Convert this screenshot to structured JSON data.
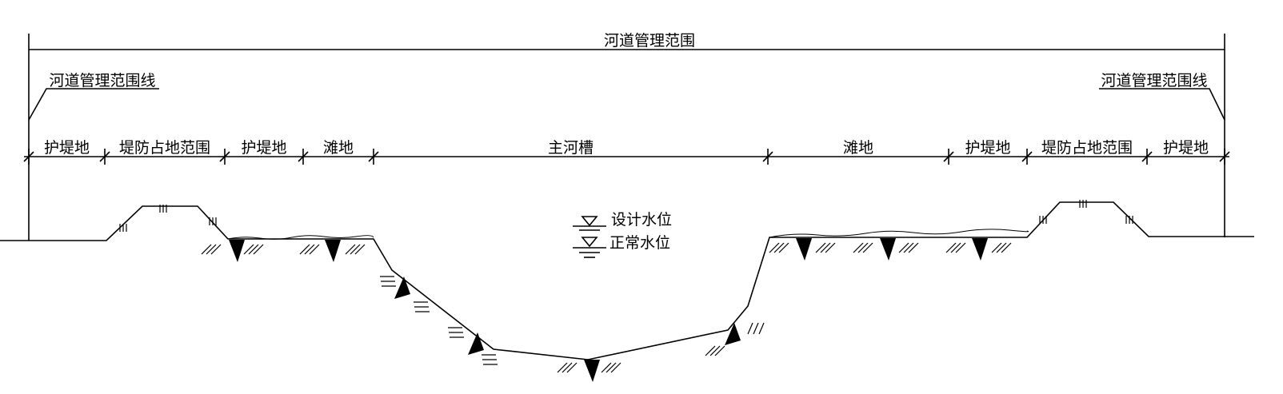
{
  "title": "河道管理范围",
  "boundary_label_left": "河道管理范围线",
  "boundary_label_right": "河道管理范围线",
  "segments": [
    "护堤地",
    "堤防占地范围",
    "护堤地",
    "滩地",
    "主河槽",
    "滩地",
    "护堤地",
    "堤防占地范围",
    "护堤地"
  ],
  "water_levels": {
    "design": "设计水位",
    "normal": "正常水位"
  }
}
